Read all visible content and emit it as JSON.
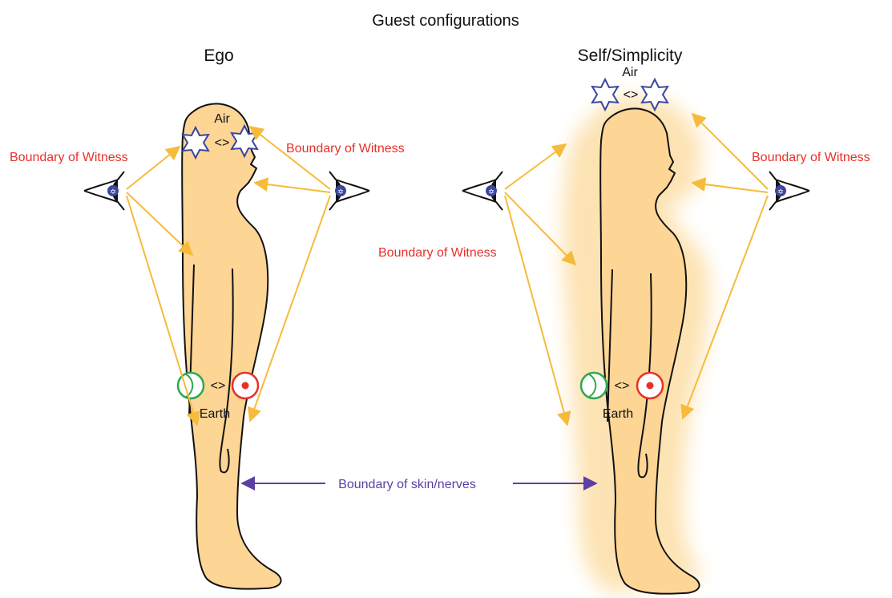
{
  "title": "Guest configurations",
  "ego": {
    "heading": "Ego",
    "air_label": "Air",
    "exchange_symbol": "<>",
    "earth_label": "Earth",
    "boundary_left": "Boundary of Witness",
    "boundary_right": "Boundary of Witness"
  },
  "self": {
    "heading": "Self/Simplicity",
    "air_label": "Air",
    "exchange_symbol": "<>",
    "earth_label": "Earth",
    "boundary_left": "Boundary of Witness",
    "boundary_right": "Boundary of Witness"
  },
  "skin_boundary_label": "Boundary of skin/nerves",
  "colors": {
    "body_fill": "#fdd595",
    "aura_fill": "#fde3b3",
    "witness_arrow": "#f6bb3a",
    "star_stroke": "#3a46a0",
    "skin_arrow": "#5b3fa3",
    "boundary_text": "#e8302a",
    "earth_left_ring": "#2fa84f",
    "earth_right_ring": "#e8302a"
  },
  "icons": [
    "eye-icon",
    "star-icon",
    "green-circle-icon",
    "red-target-icon"
  ]
}
